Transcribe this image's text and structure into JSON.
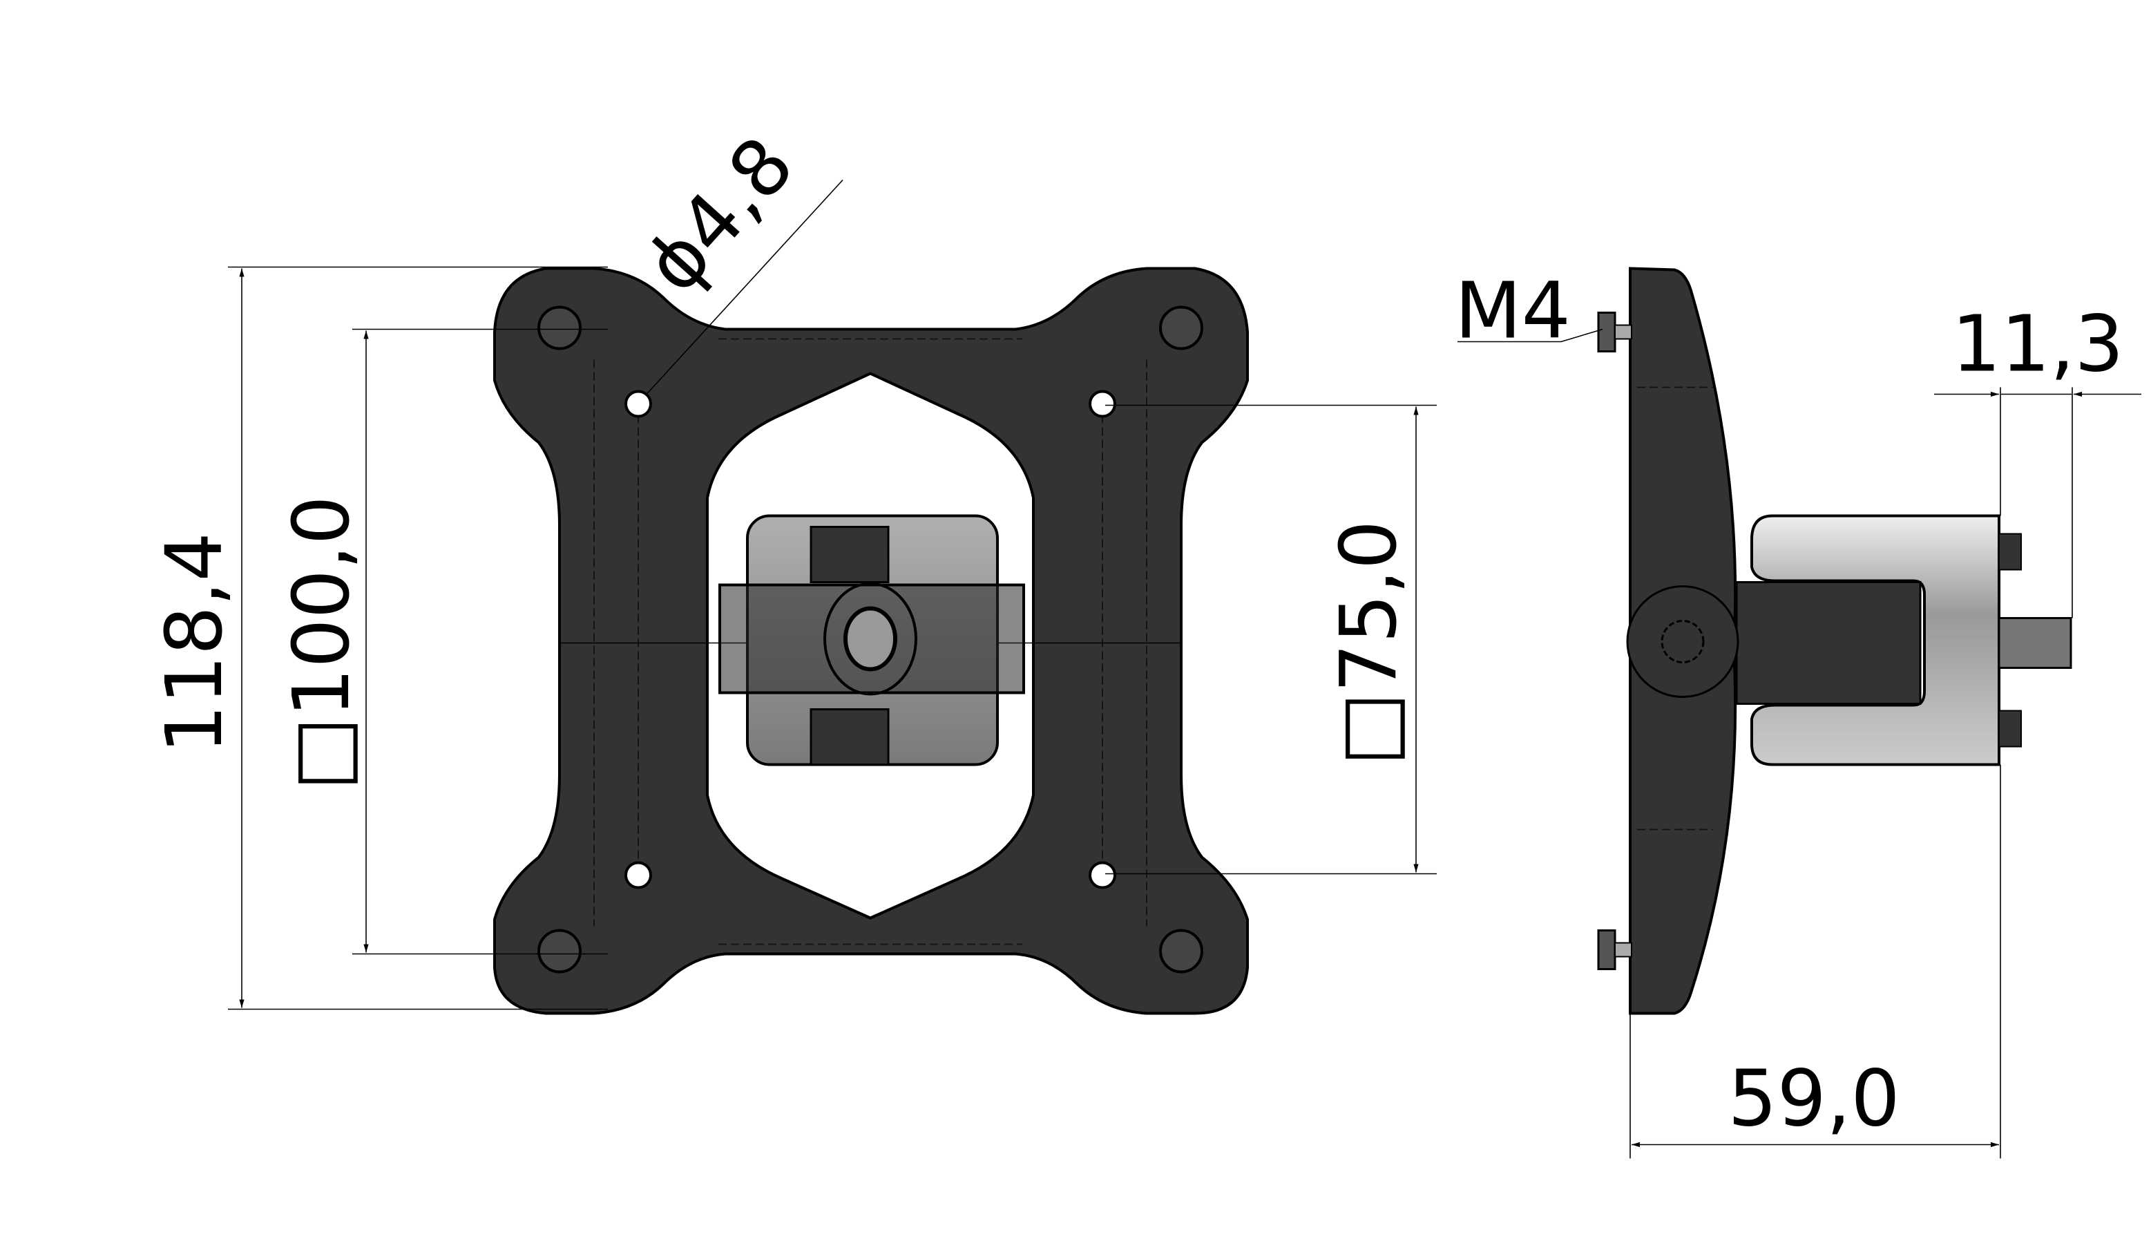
{
  "drawing": {
    "colors": {
      "part_dark": "#333333",
      "part_gray": "#9a9a9a",
      "line": "#000000",
      "background": "#ffffff"
    },
    "dimensions": {
      "hole_diameter": "ϕ4,8",
      "overall_height": "118,4",
      "bolt_square_large": "□100,0",
      "bolt_square_small": "□75,0",
      "thread": "M4",
      "stud_length": "11,3",
      "overall_depth": "59,0"
    }
  }
}
